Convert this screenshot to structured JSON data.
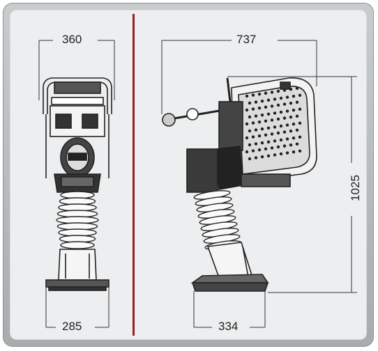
{
  "dimensions": {
    "front_width_top": "360",
    "front_width_base": "285",
    "side_length": "737",
    "side_height": "1025",
    "side_base": "334"
  },
  "colors": {
    "divider": "#9a1d25",
    "panel": "#eceeef",
    "line": "#222222"
  }
}
